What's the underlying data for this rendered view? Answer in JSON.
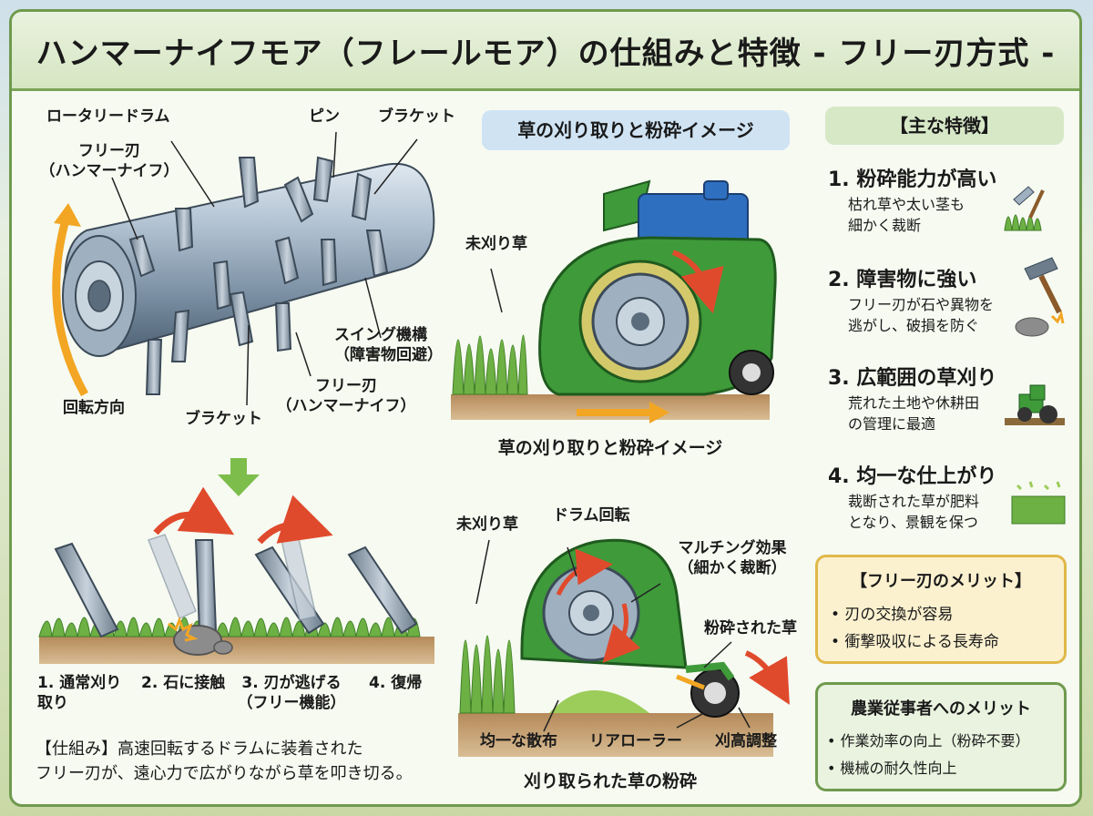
{
  "title": "ハンマーナイフモア（フレールモア）の仕組みと特徴 - フリー刃方式 -",
  "drum": {
    "rotary_drum": "ロータリードラム",
    "pin": "ピン",
    "bracket_top": "ブラケット",
    "free_blade_left": "フリー刃\n（ハンマーナイフ）",
    "swing": "スイング機構\n（障害物回避）",
    "free_blade_bottom": "フリー刃\n（ハンマーナイフ）",
    "bracket_bottom": "ブラケット",
    "rotation": "回転方向"
  },
  "steps": [
    {
      "label": "1. 通常刈り\n取り"
    },
    {
      "label": "2. 石に接触"
    },
    {
      "label": "3. 刃が逃げる\n（フリー機能）"
    },
    {
      "label": "4. 復帰"
    }
  ],
  "mechanism_text": "【仕組み】高速回転するドラムに装着された\nフリー刃が、遠心力で広がりながら草を叩き切る。",
  "middle_top": {
    "pill": "草の刈り取りと粉砕イメージ",
    "uncut": "未刈り草",
    "caption": "草の刈り取りと粉砕イメージ"
  },
  "middle_bottom": {
    "uncut": "未刈り草",
    "drum_rotation": "ドラム回転",
    "mulching": "マルチング効果\n（細かく裁断）",
    "crushed": "粉砕された草",
    "even_spread": "均一な散布",
    "rear_roller": "リアローラー",
    "height_adjust": "刈高調整",
    "caption": "刈り取られた草の粉砕"
  },
  "features": {
    "heading": "【主な特徴】",
    "items": [
      {
        "title": "1. 粉砕能力が高い",
        "desc": "枯れ草や太い茎も\n細かく裁断"
      },
      {
        "title": "2. 障害物に強い",
        "desc": "フリー刃が石や異物を\n逃がし、破損を防ぐ"
      },
      {
        "title": "3. 広範囲の草刈り",
        "desc": "荒れた土地や休耕田\nの管理に最適"
      },
      {
        "title": "4. 均一な仕上がり",
        "desc": "裁断された草が肥料\nとなり、景観を保つ"
      }
    ]
  },
  "merit_box": {
    "title": "【フリー刃のメリット】",
    "items": [
      "• 刃の交換が容易",
      "• 衝撃吸収による長寿命"
    ]
  },
  "farmer_box": {
    "title": "農業従事者へのメリット",
    "items": [
      "• 作業効率の向上（粉砕不要）",
      "• 機械の耐久性向上"
    ]
  },
  "colors": {
    "frame": "#6f9a4e",
    "machine_green": "#3f9a3a",
    "engine_blue": "#2f6fc0",
    "arrow_orange": "#f2a623",
    "arrow_red": "#e04a2c",
    "merit_bg": "#fbf1cf",
    "farmer_bg": "#e9f3df"
  }
}
